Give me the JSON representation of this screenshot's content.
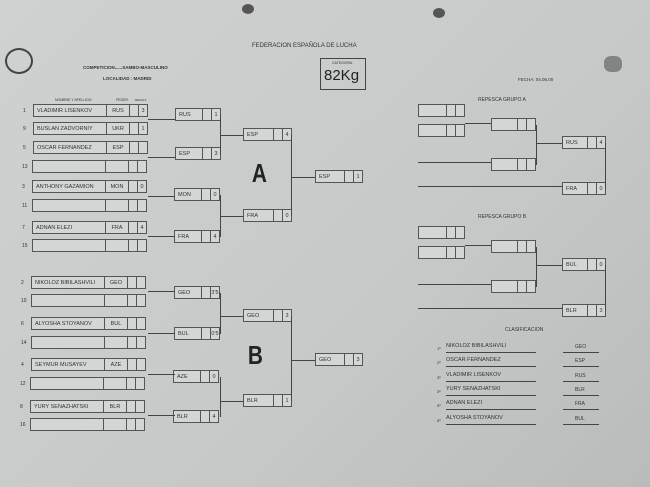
{
  "header": {
    "title": "FEDERACION ESPAÑOLA DE LUCHA",
    "competicion": "COMPETICION......SAMBO-MASCULINO",
    "localidad": "LOCALIDAD :  MADRID",
    "categoria_label": "CATEGORIA",
    "categoria": "82Kg",
    "fecha": "FECHA: 04.06.00",
    "col_nombre": "NOMBRE Y APELLIDO",
    "col_feder": "FEDER.",
    "col_result": "RESULT."
  },
  "groups": {
    "a": "A",
    "b": "B"
  },
  "entries": [
    {
      "seed": "1",
      "name": "VLADIMIR  LISENKOV",
      "fed": "RUS",
      "score": "3"
    },
    {
      "seed": "9",
      "name": "BUSLAN ZADVORNIY",
      "fed": "UKR",
      "score": "1"
    },
    {
      "seed": "5",
      "name": "OSCAR FERNANDEZ",
      "fed": "ESP",
      "score": ""
    },
    {
      "seed": "13",
      "name": "",
      "fed": "",
      "score": ""
    },
    {
      "seed": "3",
      "name": "ANTHONY  GAZAMION",
      "fed": "MON",
      "score": "0"
    },
    {
      "seed": "11",
      "name": "",
      "fed": "",
      "score": ""
    },
    {
      "seed": "7",
      "name": "ADNAN  ELEZI",
      "fed": "FRA",
      "score": "4"
    },
    {
      "seed": "15",
      "name": "",
      "fed": "",
      "score": ""
    },
    {
      "seed": "2",
      "name": "NIKOLOZ BIBILASHVILI",
      "fed": "GEO",
      "score": ""
    },
    {
      "seed": "10",
      "name": "",
      "fed": "",
      "score": ""
    },
    {
      "seed": "6",
      "name": "ALYOSHA  STOYANOV",
      "fed": "BUL",
      "score": ""
    },
    {
      "seed": "14",
      "name": "",
      "fed": "",
      "score": ""
    },
    {
      "seed": "4",
      "name": "SEYMUR MUSAYEV",
      "fed": "AZE",
      "score": ""
    },
    {
      "seed": "12",
      "name": "",
      "fed": "",
      "score": ""
    },
    {
      "seed": "8",
      "name": "YURY  SENAZHATSKI",
      "fed": "BLR",
      "score": ""
    },
    {
      "seed": "16",
      "name": "",
      "fed": "",
      "score": ""
    }
  ],
  "round2": [
    {
      "fed": "RUS",
      "score": "1"
    },
    {
      "fed": "ESP",
      "score": "3"
    },
    {
      "fed": "MON",
      "score": "0"
    },
    {
      "fed": "FRA",
      "score": "4"
    },
    {
      "fed": "GEO",
      "score": "3'5"
    },
    {
      "fed": "BUL",
      "score": "0'5"
    },
    {
      "fed": "AZE",
      "score": "0"
    },
    {
      "fed": "BLR",
      "score": "4"
    }
  ],
  "round3": [
    {
      "fed": "ESP",
      "score": "4"
    },
    {
      "fed": "FRA",
      "score": "0"
    },
    {
      "fed": "GEO",
      "score": "3"
    },
    {
      "fed": "BLR",
      "score": "1"
    }
  ],
  "final": [
    {
      "fed": "ESP",
      "score": "1"
    },
    {
      "fed": "GEO",
      "score": "3"
    }
  ],
  "repesca_a": {
    "title": "REPESCA     GRUPO   A",
    "final": [
      {
        "fed": "RUS",
        "score": "4"
      },
      {
        "fed": "FRA",
        "score": "0"
      }
    ]
  },
  "repesca_b": {
    "title": "REPESCA     GRUPO   B",
    "final": [
      {
        "fed": "BUL",
        "score": "0"
      },
      {
        "fed": "BLR",
        "score": "3"
      }
    ]
  },
  "clasificacion": {
    "title": "CLASIFICACION",
    "rows": [
      {
        "place": "1º",
        "name": "NIKOLOZ BIBILASHVILI",
        "fed": "GEO"
      },
      {
        "place": "2º",
        "name": "OSCAR FERNANDEZ",
        "fed": "ESP"
      },
      {
        "place": "3º",
        "name": "VLADIMIR  LISENKOV",
        "fed": "RUS"
      },
      {
        "place": "3º",
        "name": "YURY  SENAZHATSKI",
        "fed": "BLR"
      },
      {
        "place": "5º",
        "name": "ADNAN  ELEZI",
        "fed": "FRA"
      },
      {
        "place": "5º",
        "name": "ALYOSHA  STOYANOV",
        "fed": "BUL"
      }
    ]
  }
}
